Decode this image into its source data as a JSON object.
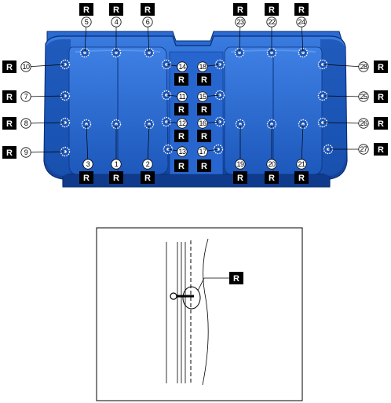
{
  "replace_mark": "R",
  "colors": {
    "seat_fill": "#1f5fc4",
    "seat_dark": "#0d3f96",
    "seat_edge": "#0a2f73",
    "highlight": "#5b8fe6",
    "box_fill": "#000000",
    "box_text": "#ffffff"
  },
  "clip_numbers": [
    "1",
    "2",
    "3",
    "4",
    "5",
    "6",
    "7",
    "8",
    "9",
    "10",
    "11",
    "12",
    "13",
    "14",
    "15",
    "16",
    "17",
    "18",
    "19",
    "20",
    "21",
    "22",
    "23",
    "24",
    "25",
    "26",
    "27",
    "28"
  ],
  "detail_callout": {
    "mark": "R"
  }
}
